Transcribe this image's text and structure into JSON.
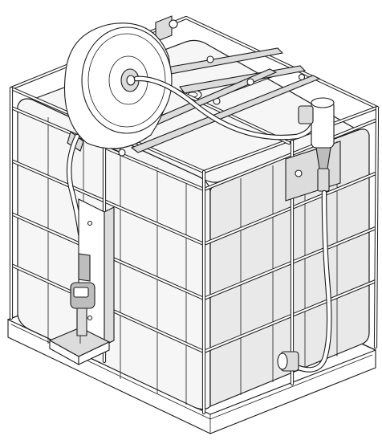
{
  "figure": {
    "components": [
      "ibc-tank",
      "steel-cage",
      "hose-reel",
      "air-operated-pump",
      "dispense-meter-holster",
      "dispense-meter",
      "delivery-hose",
      "suction-hose",
      "pallet-base"
    ]
  }
}
